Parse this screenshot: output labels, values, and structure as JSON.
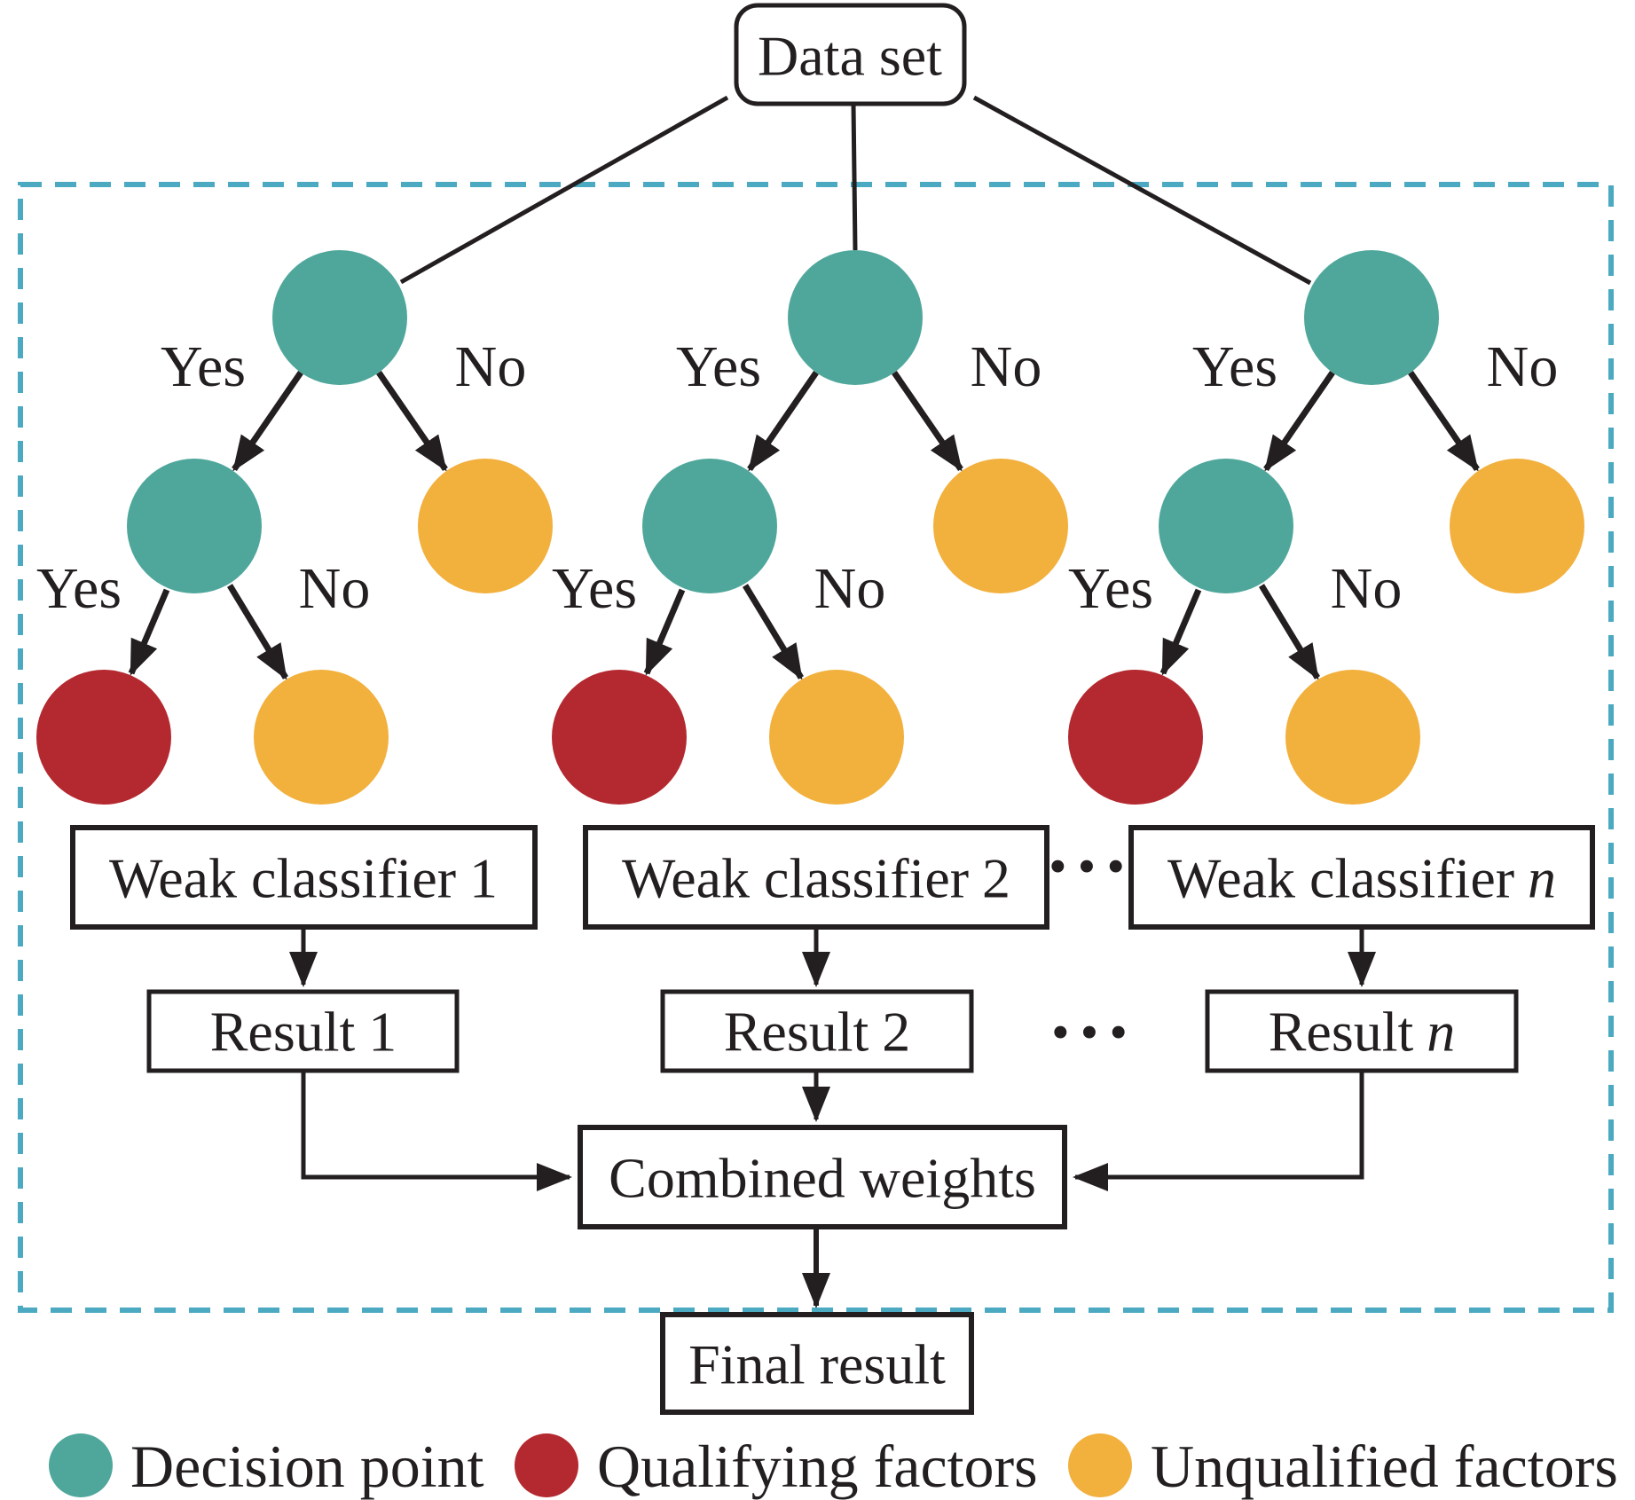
{
  "dataset_label": "Data set",
  "edge_labels": {
    "yes": "Yes",
    "no": "No"
  },
  "dots": "···",
  "classifier_row": {
    "prefix": "Weak classifier",
    "indices": [
      "1",
      "2",
      "n"
    ]
  },
  "result_row": {
    "prefix": "Result",
    "indices": [
      "1",
      "2",
      "n"
    ]
  },
  "combined_label": "Combined weights",
  "final_label": "Final result",
  "legend": {
    "items": [
      {
        "label": "Decision point",
        "color": "#4FA79B"
      },
      {
        "label": "Qualifying factors",
        "color": "#B3292F"
      },
      {
        "label": "Unqualified factors",
        "color": "#F2B03D"
      }
    ]
  },
  "colors": {
    "decision": "#4FA79B",
    "qualifying": "#B3292F",
    "unqualified": "#F2B03D",
    "dashed_border": "#4BA9C1",
    "ink": "#231F20"
  }
}
